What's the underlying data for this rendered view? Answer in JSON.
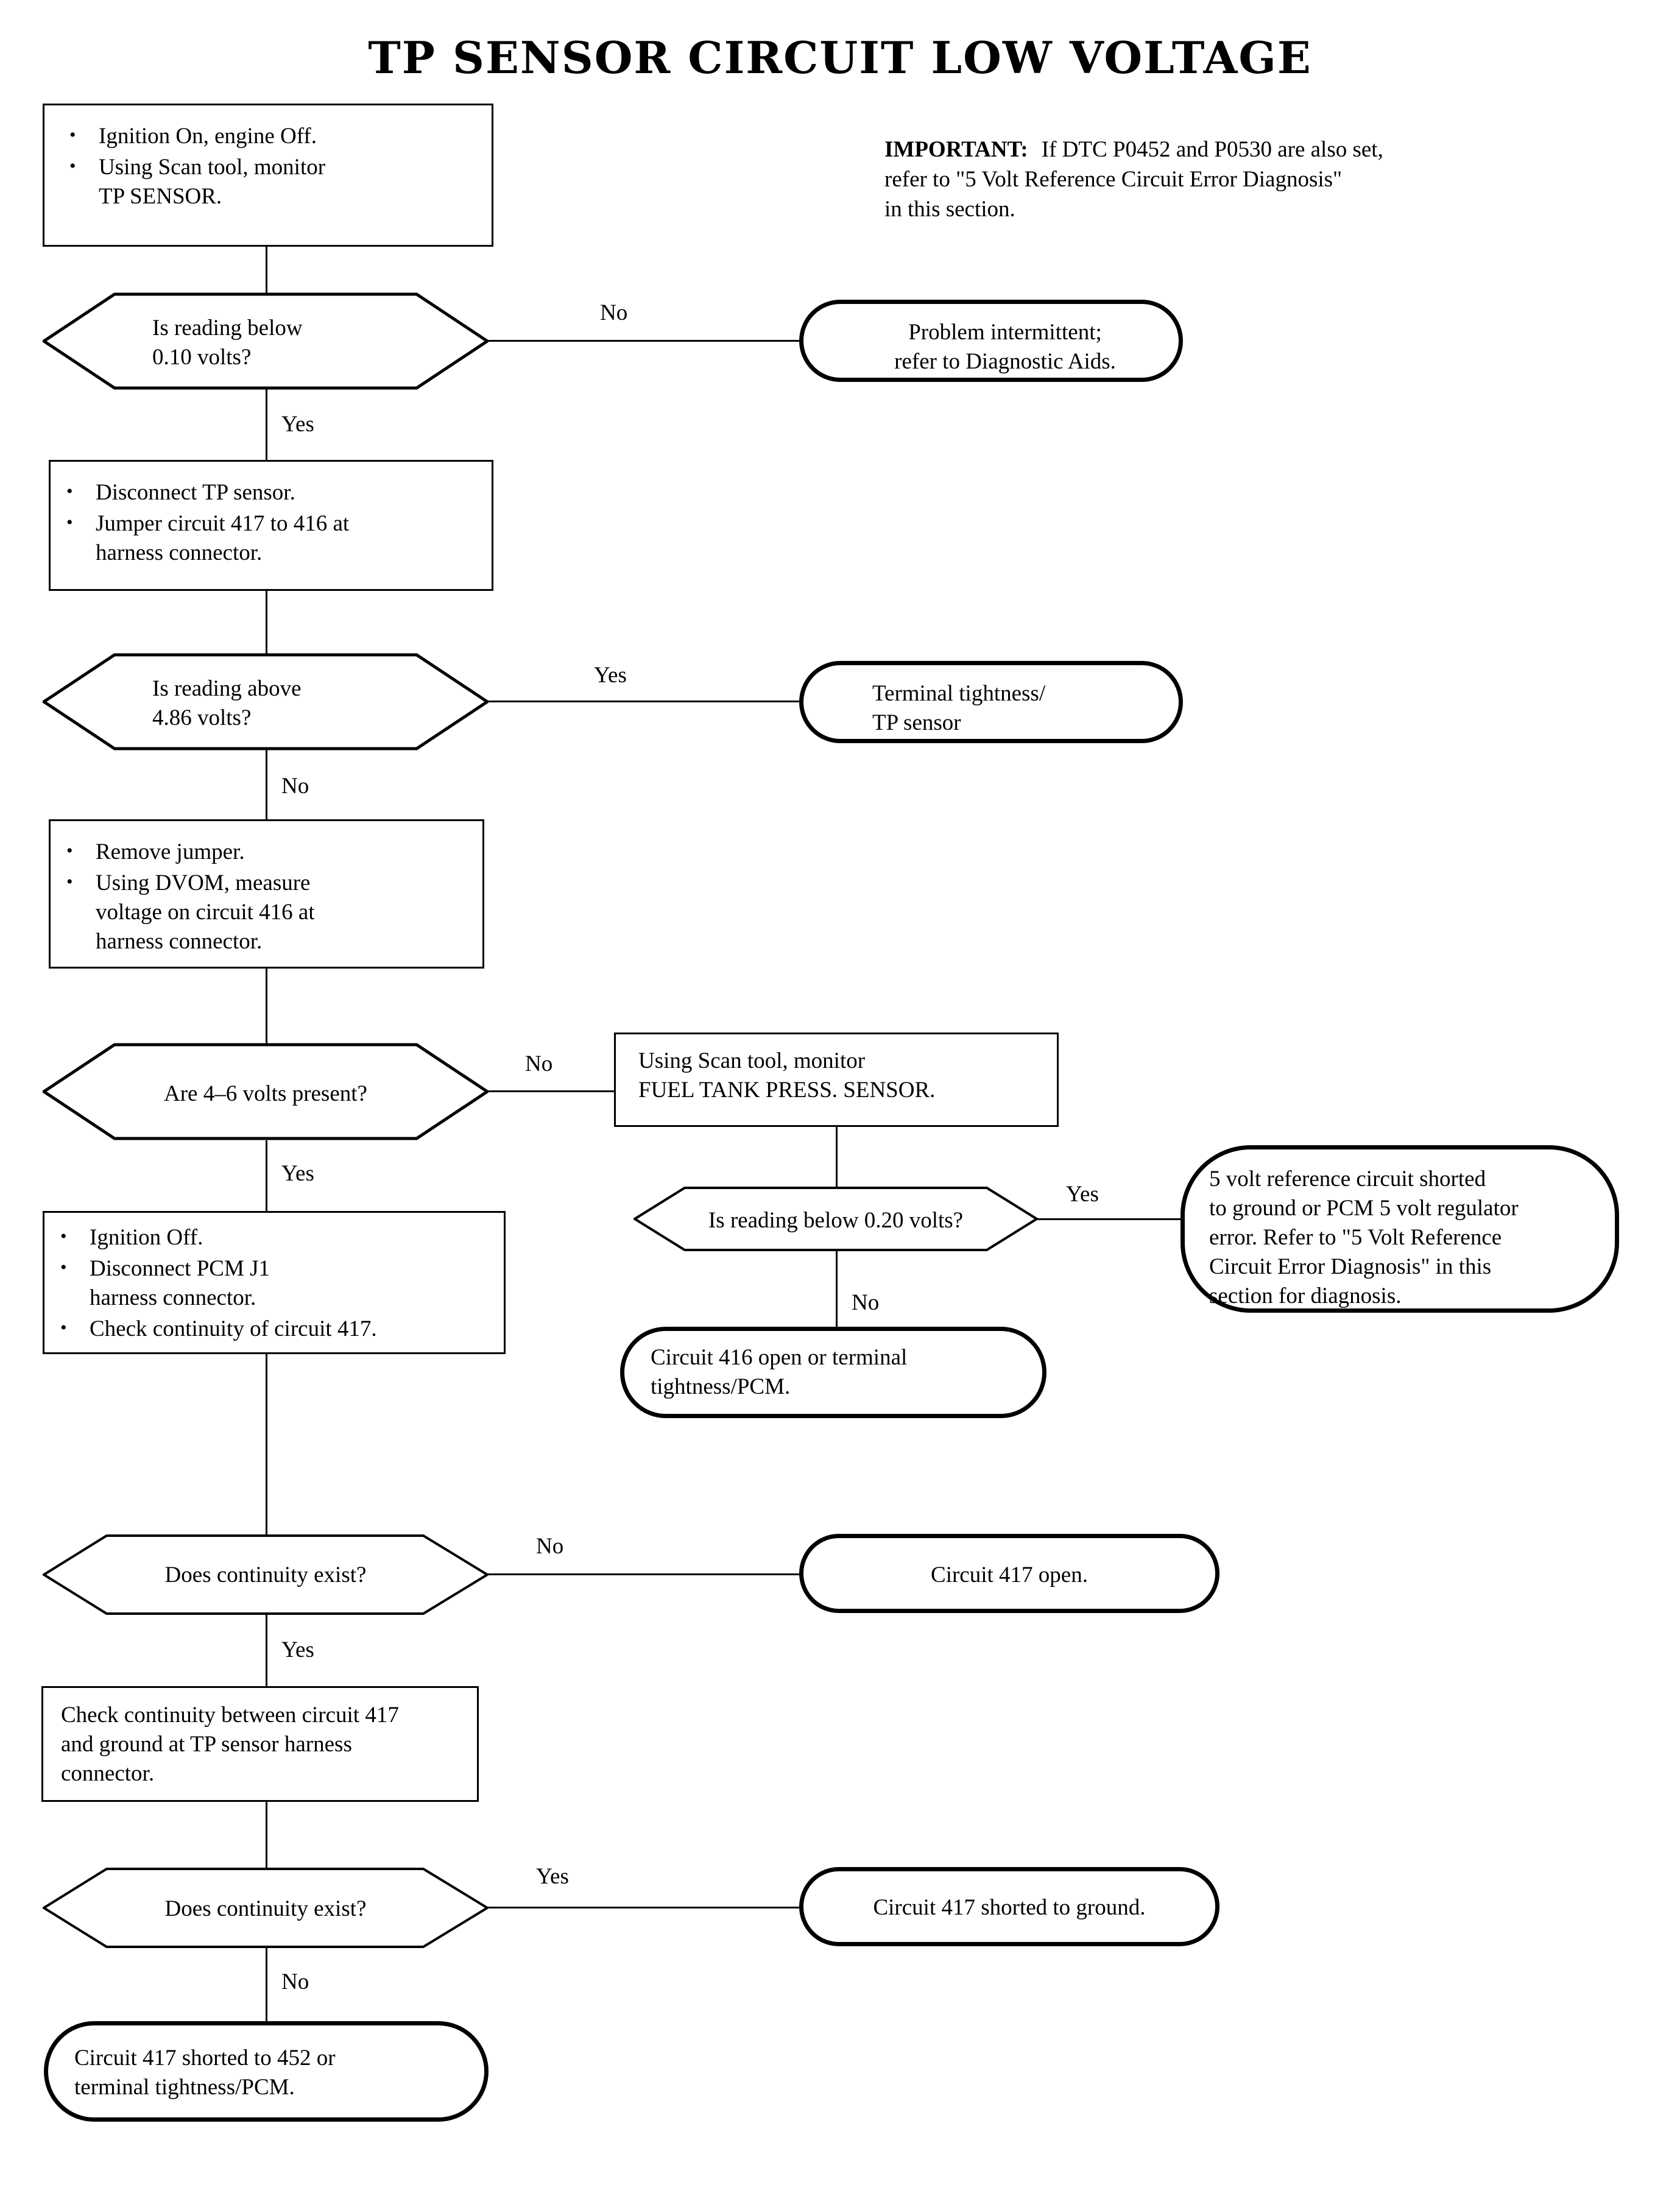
{
  "title": "TP SENSOR CIRCUIT LOW VOLTAGE",
  "note": {
    "label": "IMPORTANT:",
    "line1": "If DTC P0452 and P0530 are also set,",
    "line2": "refer to \"5 Volt Reference Circuit Error Diagnosis\"",
    "line3": "in this section."
  },
  "branches": {
    "yes": "Yes",
    "no": "No"
  },
  "steps": {
    "step1": {
      "bullet1": "Ignition On, engine Off.",
      "bullet2": "Using Scan tool, monitor\nTP SENSOR."
    },
    "decision1": "Is reading below\n0.10 volts?",
    "result1": "Problem intermittent;\nrefer to Diagnostic Aids.",
    "step2": {
      "bullet1": "Disconnect TP sensor.",
      "bullet2": "Jumper circuit 417 to 416 at\nharness connector."
    },
    "decision2": "Is reading above\n4.86 volts?",
    "result2": "Terminal tightness/\nTP sensor",
    "step3": {
      "bullet1": "Remove jumper.",
      "bullet2": "Using DVOM, measure\nvoltage on circuit 416 at\nharness connector."
    },
    "decision3": "Are 4–6 volts present?",
    "step4": "Using Scan tool, monitor\nFUEL TANK PRESS. SENSOR.",
    "decision4": "Is reading below 0.20 volts?",
    "result4yes": "5 volt reference circuit shorted\nto ground or PCM 5 volt regulator\nerror. Refer to \"5 Volt Reference\nCircuit Error Diagnosis\" in this\nsection for diagnosis.",
    "result4no": "Circuit 416 open or terminal\ntightness/PCM.",
    "step5": {
      "bullet1": "Ignition Off.",
      "bullet2": "Disconnect PCM J1\nharness connector.",
      "bullet3": "Check continuity of circuit 417."
    },
    "decision5": "Does continuity exist?",
    "result5": "Circuit 417 open.",
    "step6": "Check continuity between circuit 417\nand ground at TP sensor harness\nconnector.",
    "decision6": "Does continuity exist?",
    "result6": "Circuit 417 shorted to ground.",
    "result7": "Circuit 417 shorted to 452 or\nterminal tightness/PCM."
  },
  "colors": {
    "ink": "#000000",
    "paper": "#ffffff"
  }
}
